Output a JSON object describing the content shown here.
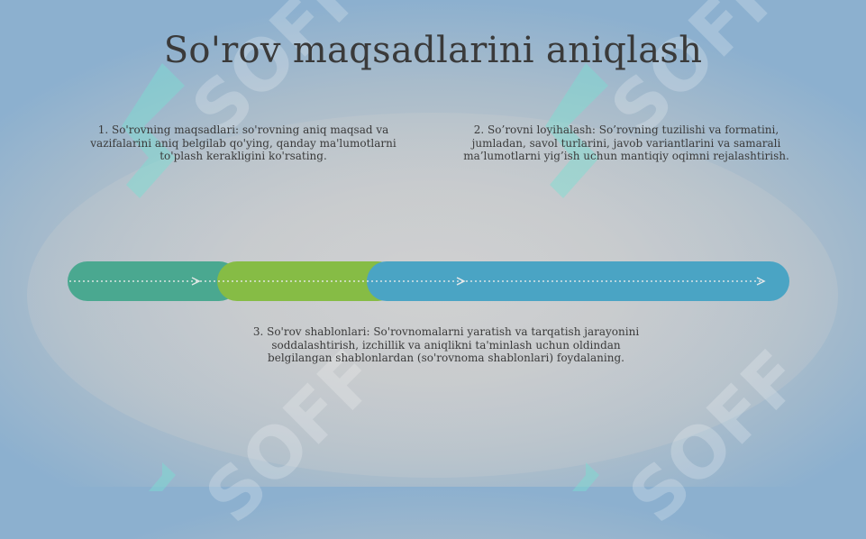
{
  "slide": {
    "title": "So'rov maqsadlarini aniqlash",
    "points": [
      {
        "text": "1. So'rovning maqsadlari: so'rovning aniq maqsad va vazifalarini aniq belgilab qo'ying, qanday ma'lumotlarni to'plash kerakligini ko'rsating."
      },
      {
        "text": "2. So’rovni loyihalash: So’rovning tuzilishi va formatini, jumladan, savol turlarini, javob variantlarini va samarali ma’lumotlarni yig’ish uchun mantiqiy oqimni rejalashtirish."
      },
      {
        "text": "3. So'rov shablonlari: So'rovnomalarni yaratish va tarqatish jarayonini soddalashtirish, izchillik va aniqlikni ta'minlash uchun oldindan belgilangan shablonlardan (so'rovnoma shablonlari) foydalaning."
      }
    ],
    "watermark": "SOFF",
    "colors": {
      "segment_1": "#4aa890",
      "segment_2": "#86bc45",
      "segment_3": "#4aa4c4",
      "title": "#3a3a3a"
    }
  }
}
